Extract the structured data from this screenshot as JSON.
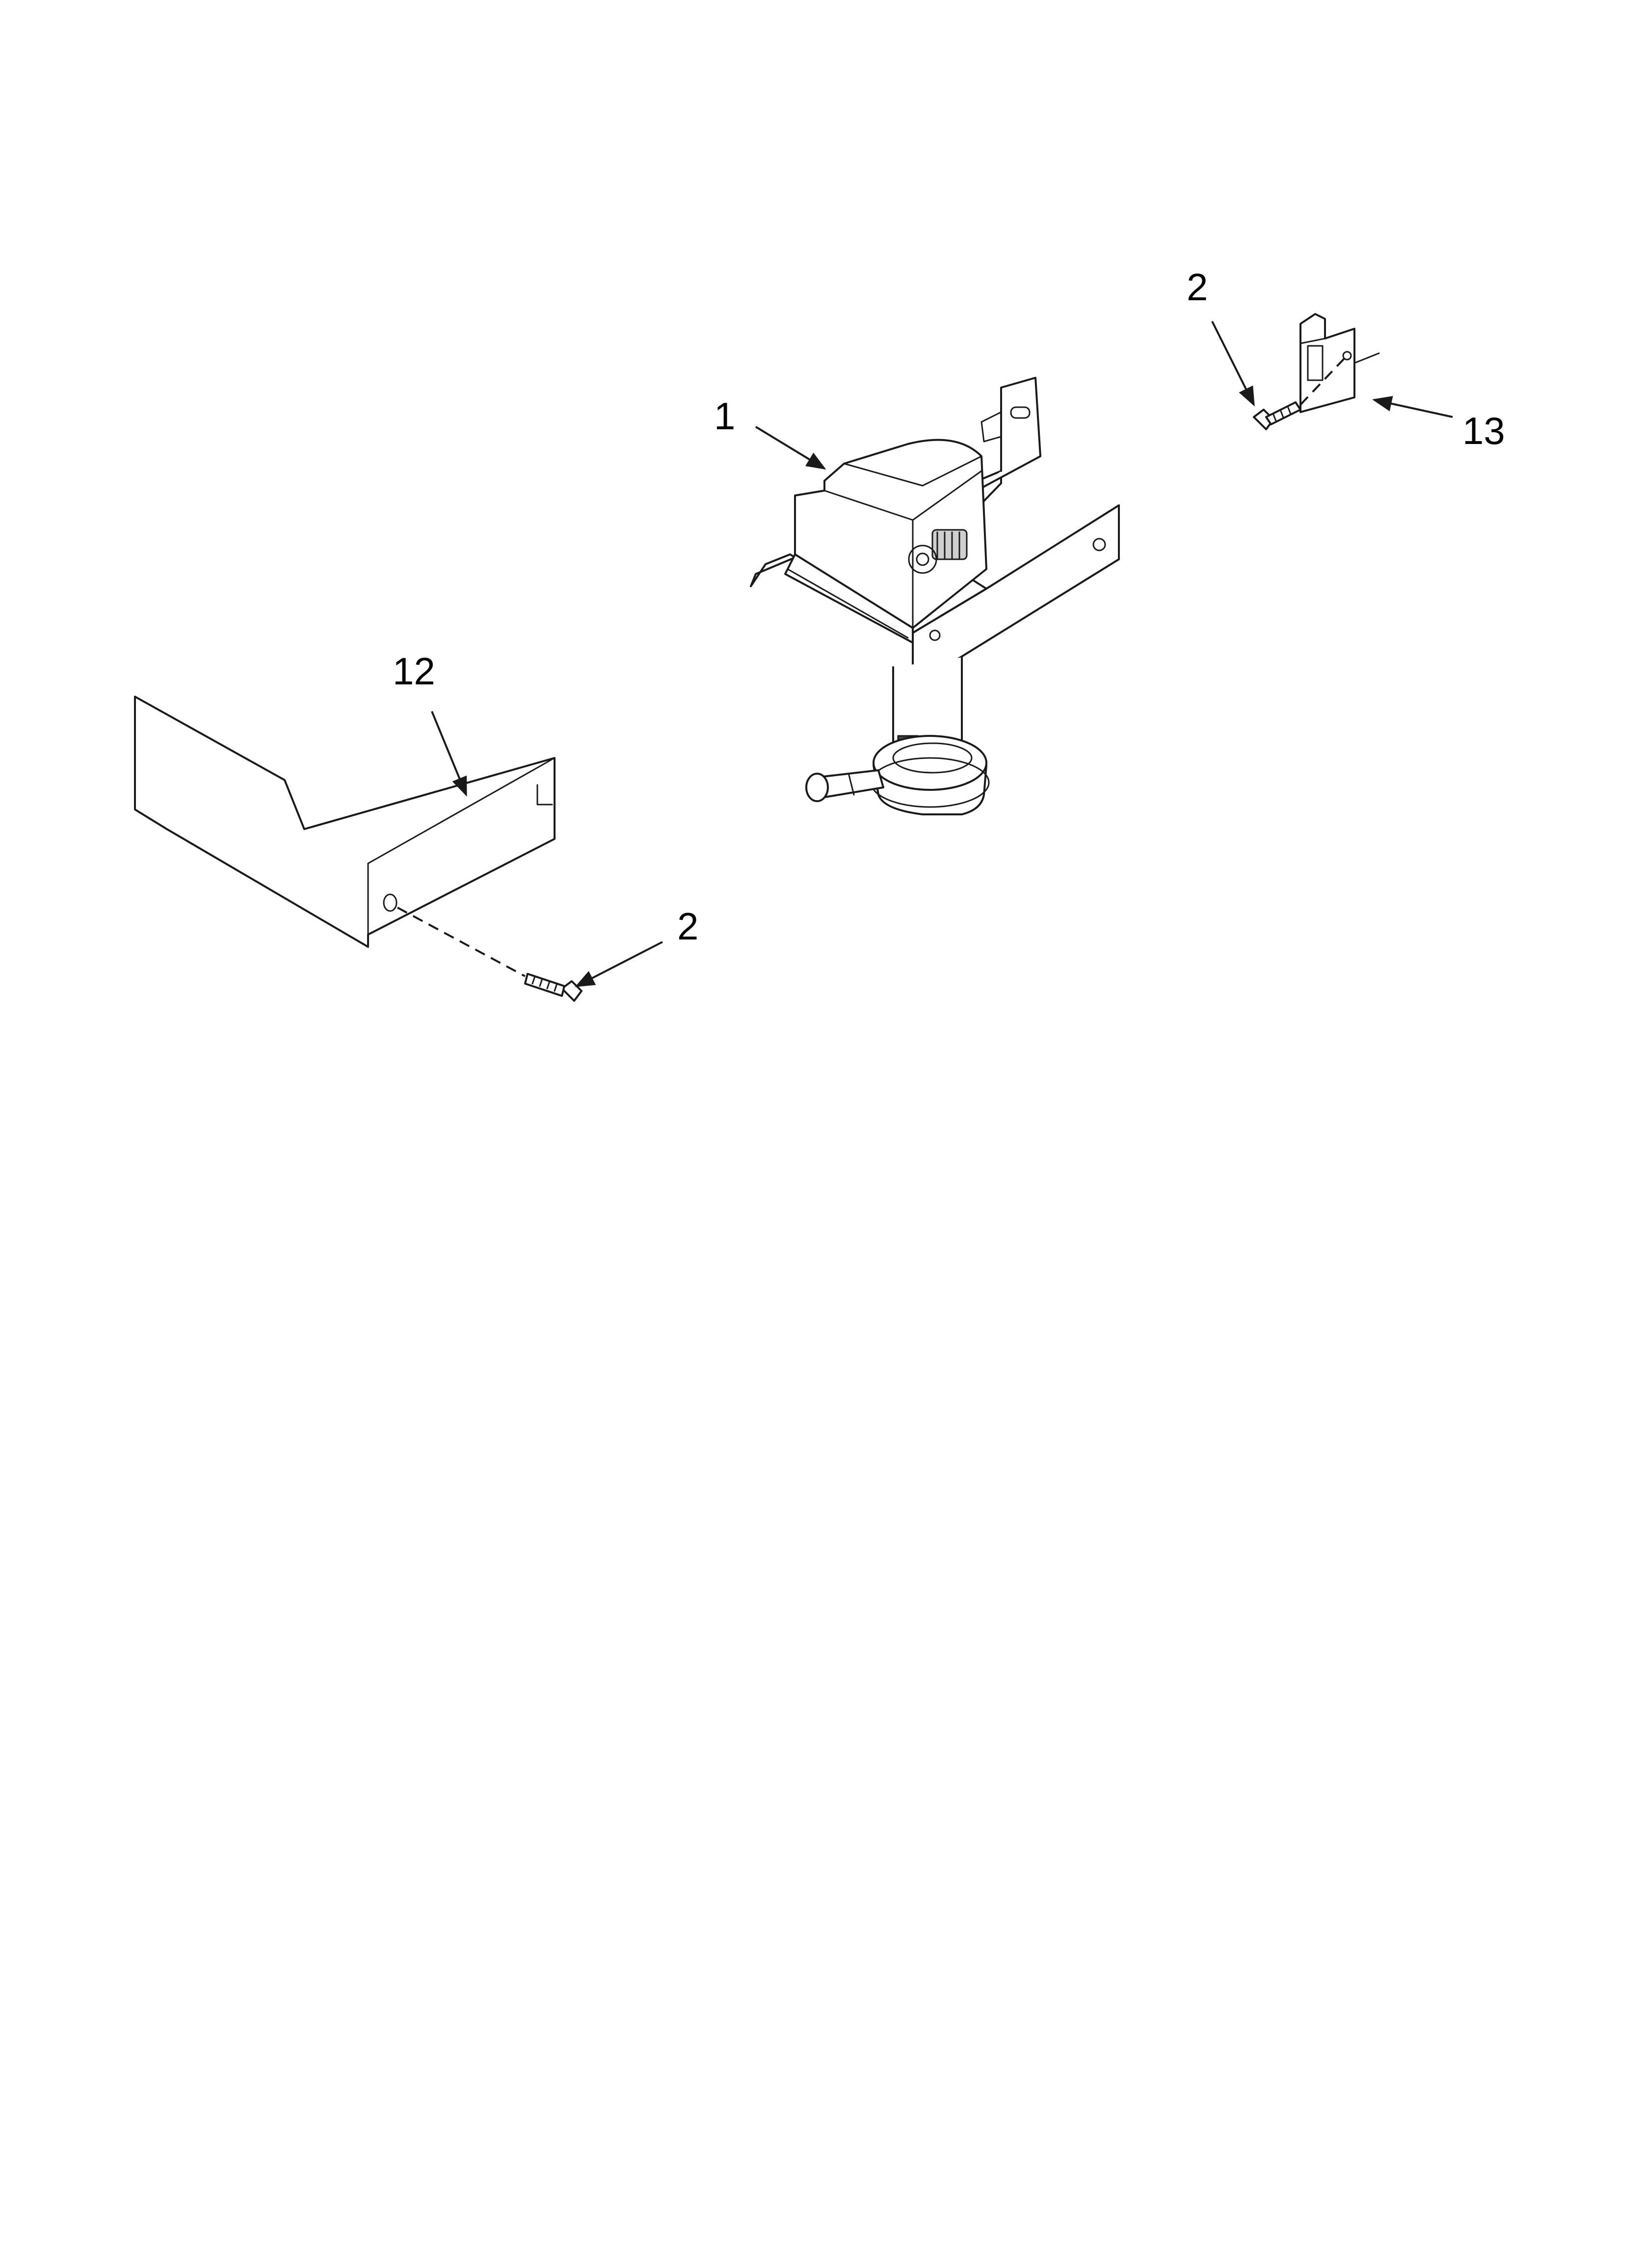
{
  "callouts": {
    "part_1": "1",
    "part_2_upper": "2",
    "part_2_lower": "2",
    "part_12": "12",
    "part_13": "13"
  }
}
